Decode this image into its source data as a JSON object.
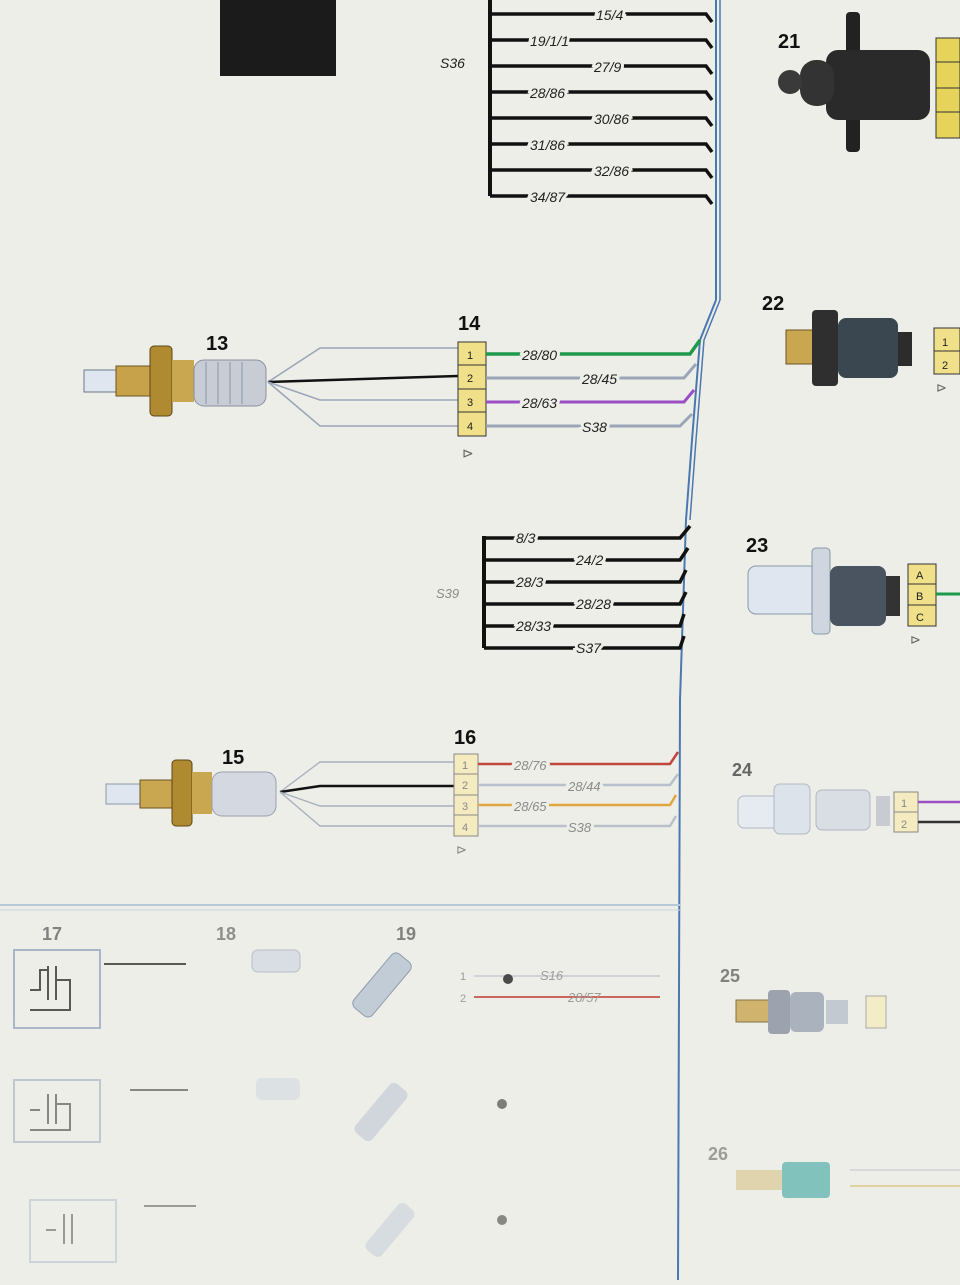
{
  "components": {
    "c13": "13",
    "c14": "14",
    "c15": "15",
    "c16": "16",
    "c17": "17",
    "c18": "18",
    "c19": "19",
    "c21": "21",
    "c22": "22",
    "c23": "23",
    "c24": "24",
    "c25": "25",
    "c26": "26"
  },
  "bus_s36": {
    "label": "S36",
    "wires": [
      "15/4",
      "19/1/1",
      "27/9",
      "28/86",
      "30/86",
      "31/86",
      "32/86",
      "34/87"
    ]
  },
  "connector_14": {
    "pins": [
      "1",
      "2",
      "3",
      "4"
    ],
    "wires": [
      "28/80",
      "28/45",
      "28/63",
      "S38"
    ]
  },
  "bus_s39": {
    "label": "S39",
    "wires": [
      "8/3",
      "24/2",
      "28/3",
      "28/28",
      "28/33",
      "S37"
    ]
  },
  "connector_16": {
    "pins": [
      "1",
      "2",
      "3",
      "4"
    ],
    "wires": [
      "28/76",
      "28/44",
      "28/65",
      "S38"
    ]
  },
  "connector_22_pins": [
    "1",
    "2"
  ],
  "connector_23_pins": [
    "A",
    "B",
    "C"
  ],
  "connector_24_pins": [
    "1",
    "2"
  ],
  "connector_19": {
    "pins": [
      "1",
      "2"
    ],
    "wires": [
      "S16",
      "28/57"
    ]
  },
  "colors": {
    "green": "#1f9a4a",
    "purple": "#9b4fc4",
    "red": "#c0463e",
    "orange": "#e0a640",
    "blue_trunk": "#4a78b0",
    "connector_yellow": "#f0e08a"
  }
}
